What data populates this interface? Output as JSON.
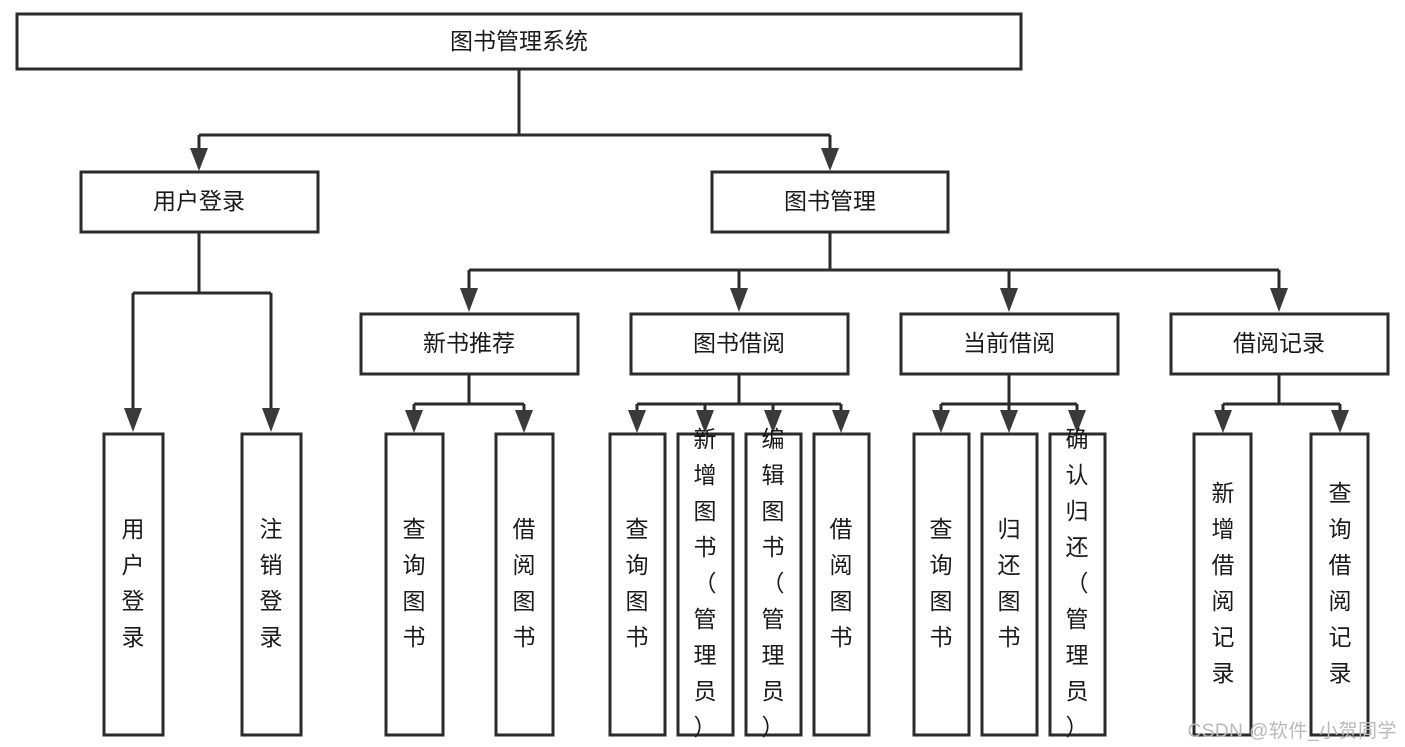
{
  "diagram": {
    "type": "tree",
    "title": "图书管理系统",
    "orientation": "top-down",
    "colors": {
      "background": "#ffffff",
      "node_fill": "#ffffff",
      "node_stroke": "#2b2b2b",
      "text": "#1a1a1a",
      "watermark": "#b9b9b9"
    },
    "root": {
      "id": "root",
      "label": "图书管理系统"
    },
    "level2": [
      {
        "id": "user-login",
        "label": "用户登录"
      },
      {
        "id": "book-management",
        "label": "图书管理"
      }
    ],
    "level3": [
      {
        "id": "new-book-recommend",
        "label": "新书推荐",
        "parent": "book-management"
      },
      {
        "id": "book-borrow",
        "label": "图书借阅",
        "parent": "book-management"
      },
      {
        "id": "current-borrow",
        "label": "当前借阅",
        "parent": "book-management"
      },
      {
        "id": "borrow-record",
        "label": "借阅记录",
        "parent": "book-management"
      }
    ],
    "leaves": [
      {
        "id": "leaf-user-login",
        "label": "用户登录",
        "parent": "user-login"
      },
      {
        "id": "leaf-user-logout",
        "label": "注销登录",
        "parent": "user-login"
      },
      {
        "id": "leaf-query-book-1",
        "label": "查询图书",
        "parent": "new-book-recommend"
      },
      {
        "id": "leaf-borrow-book-1",
        "label": "借阅图书",
        "parent": "new-book-recommend"
      },
      {
        "id": "leaf-query-book-2",
        "label": "查询图书",
        "parent": "book-borrow"
      },
      {
        "id": "leaf-add-book",
        "label": "新增图书（管理员）",
        "parent": "book-borrow"
      },
      {
        "id": "leaf-edit-book",
        "label": "编辑图书（管理员）",
        "parent": "book-borrow"
      },
      {
        "id": "leaf-borrow-book-2",
        "label": "借阅图书",
        "parent": "book-borrow"
      },
      {
        "id": "leaf-query-book-3",
        "label": "查询图书",
        "parent": "current-borrow"
      },
      {
        "id": "leaf-return-book",
        "label": "归还图书",
        "parent": "current-borrow"
      },
      {
        "id": "leaf-confirm-return",
        "label": "确认归还（管理员）",
        "parent": "current-borrow"
      },
      {
        "id": "leaf-add-record",
        "label": "新增借阅记录",
        "parent": "borrow-record"
      },
      {
        "id": "leaf-query-record",
        "label": "查询借阅记录",
        "parent": "borrow-record"
      }
    ]
  },
  "watermark": {
    "text": "CSDN @软件_小贺同学"
  }
}
